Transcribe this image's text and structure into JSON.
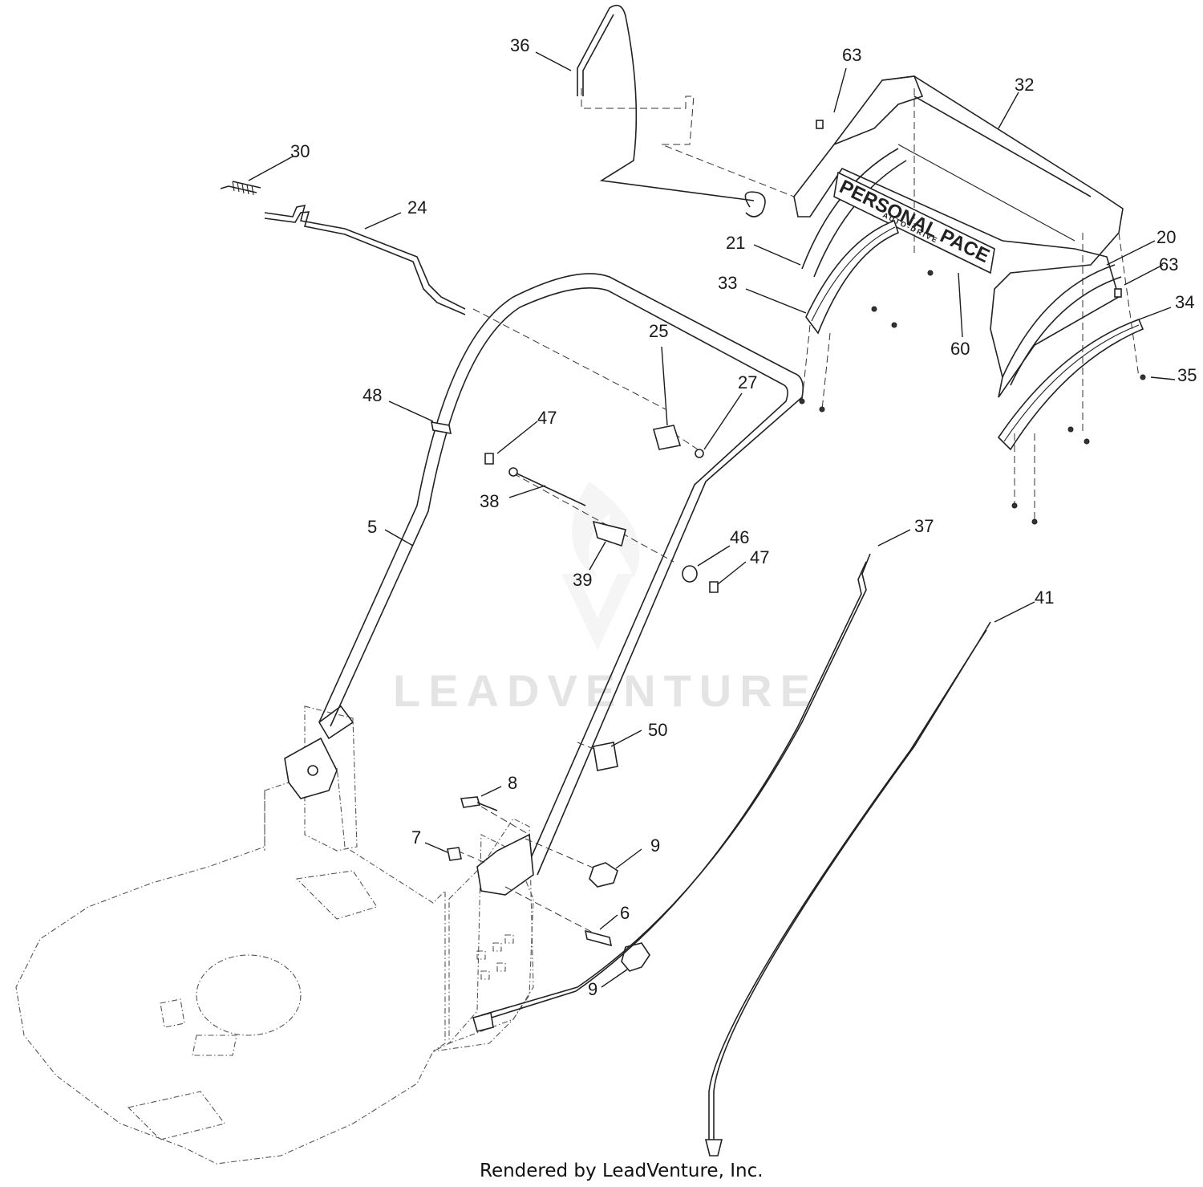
{
  "diagram": {
    "footer": "Rendered by LeadVenture, Inc.",
    "watermark": "LEADVENTURE",
    "badge": {
      "title": "PERSONAL PACE",
      "subtitle": "AUTO-DRIVE"
    },
    "callouts": {
      "c36": "36",
      "c63a": "63",
      "c32": "32",
      "c30": "30",
      "c24": "24",
      "c21": "21",
      "c20": "20",
      "c63b": "63",
      "c33": "33",
      "c34": "34",
      "c60": "60",
      "c25": "25",
      "c27": "27",
      "c35": "35",
      "c48": "48",
      "c47a": "47",
      "c38": "38",
      "c5": "5",
      "c46": "46",
      "c47b": "47",
      "c39": "39",
      "c37": "37",
      "c41": "41",
      "c50": "50",
      "c8": "8",
      "c7": "7",
      "c9a": "9",
      "c6": "6",
      "c9b": "9"
    }
  }
}
